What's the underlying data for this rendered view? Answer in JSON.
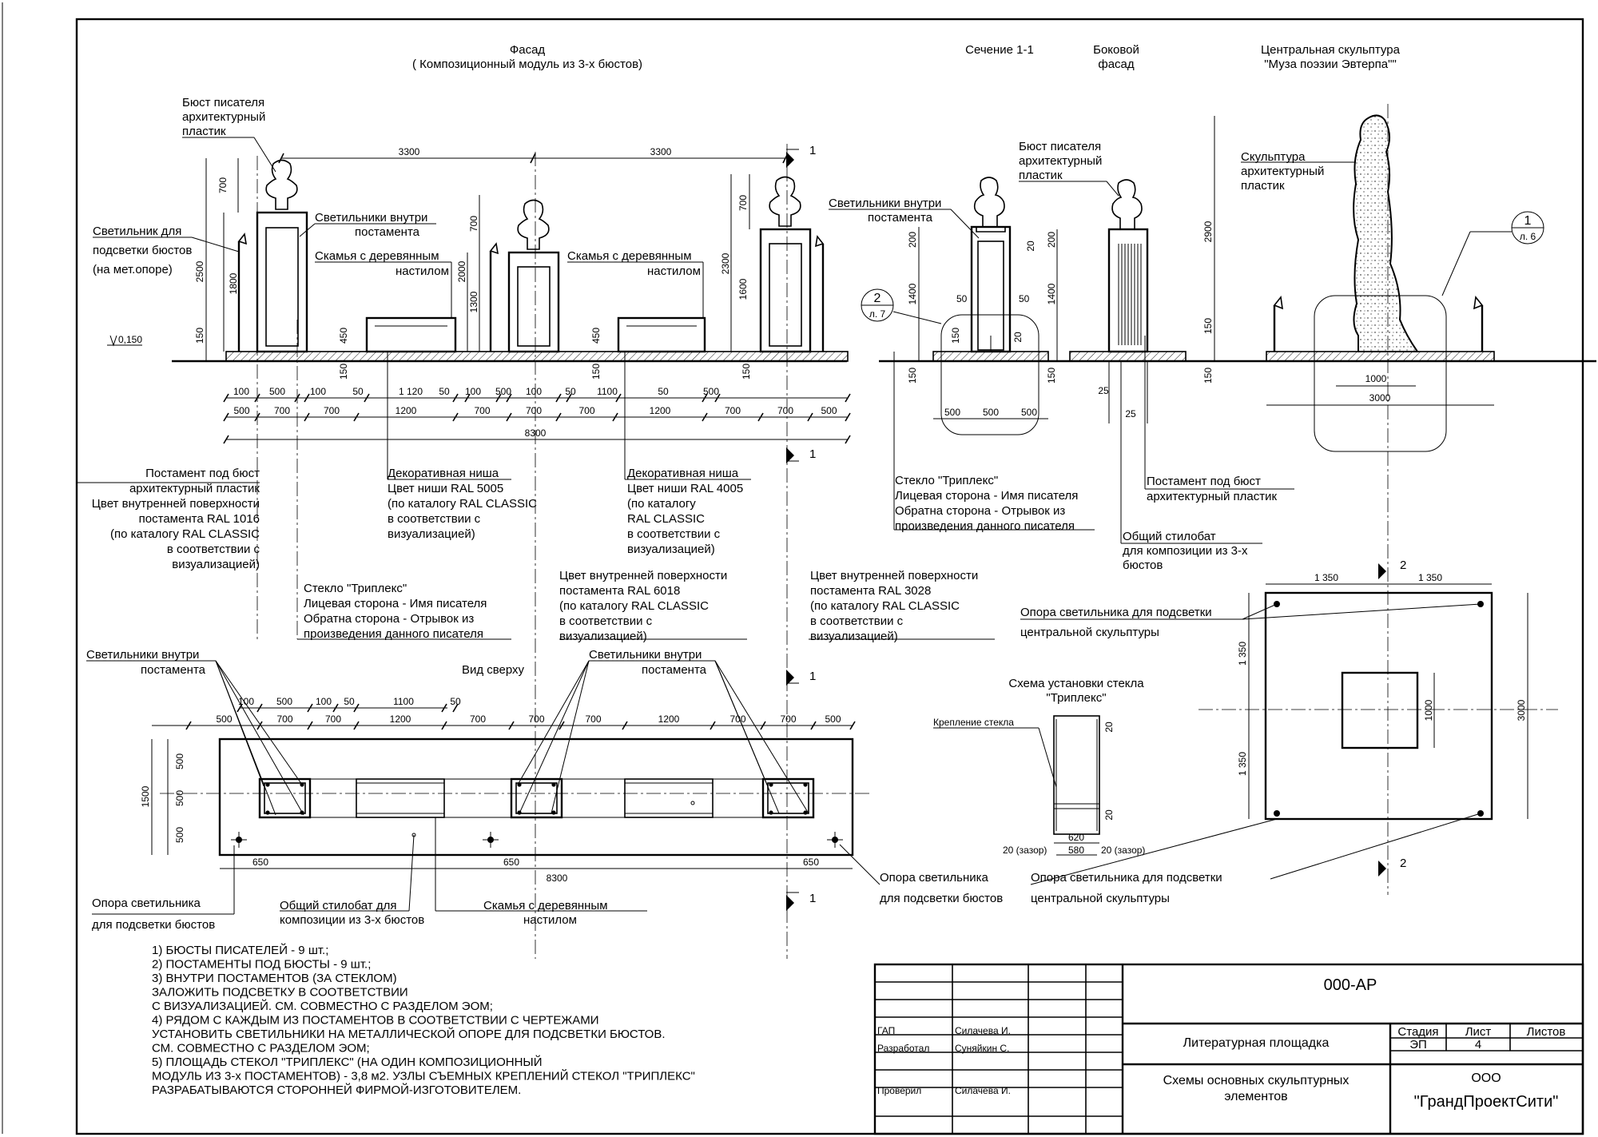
{
  "headers": {
    "facade_title": "Фасад",
    "facade_subtitle": "( Композиционный модуль из 3-х бюстов)",
    "section_title": "Сечение 1-1",
    "side_title_1": "Боковой",
    "side_title_2": "фасад",
    "central_title_1": "Центральная скульптура",
    "central_title_2": "\"Муза поэзии Эвтерпа\"\"",
    "top_view": "Вид сверху",
    "glass_scheme_1": "Схема установки стекла",
    "glass_scheme_2": "\"Триплекс\""
  },
  "facade_labels": {
    "bust_1": "Бюст писателя",
    "bust_2": "архитектурный",
    "bust_3": "пластик",
    "lamp_1": "Светильник для",
    "lamp_2": "подсветки бюстов",
    "lamp_3": "(на мет.опоре)",
    "inner_lights_1": "Светильники внутри",
    "inner_lights_2": "постамента",
    "bench_1": "Скамья с деревянным",
    "bench_2": "настилом",
    "bench2_1": "Скамья с деревянным",
    "bench2_2": "настилом",
    "level": "0,150"
  },
  "facade_dims": {
    "top_left": "3300",
    "top_right": "3300",
    "left_700": "700",
    "left_2500": "2500",
    "left_1800": "1800",
    "left_150": "150",
    "mid_700": "700",
    "mid_2000": "2000",
    "mid_1300": "1300",
    "bench_450": "450",
    "bench2_450": "450",
    "right_700": "700",
    "right_2300": "2300",
    "right_1600": "1600",
    "foot_150a": "150",
    "foot_150b": "150",
    "foot_150c": "150",
    "row1": [
      "100",
      "500",
      "100",
      "50",
      "1 120",
      "50",
      "100",
      "500",
      "100",
      "50",
      "1100",
      "50",
      "500"
    ],
    "row2": [
      "500",
      "700",
      "700",
      "1200",
      "700",
      "700",
      "700",
      "1200",
      "700",
      "700",
      "500"
    ],
    "total": "8300"
  },
  "section_marks": {
    "num1": "1",
    "num2": "2",
    "callout_a_num": "2",
    "callout_a_sheet": "л. 7",
    "callout_b_num": "1",
    "callout_b_sheet": "л. 6"
  },
  "section_labels": {
    "inner_1": "Светильники внутри",
    "inner_2": "постамента",
    "bust_1": "Бюст писателя",
    "bust_2": "архитектурный",
    "bust_3": "пластик",
    "d200": "200",
    "d20a": "20",
    "d1400": "1400",
    "d50a": "50",
    "d50b": "50",
    "d150": "150",
    "d20b": "20",
    "d150b": "150",
    "d500a": "500",
    "d500b": "500",
    "d500c": "500",
    "side_200": "200",
    "side_1400": "1400",
    "side_150": "150",
    "side_25a": "25",
    "side_25b": "25"
  },
  "sculpture_labels": {
    "name_1": "Скульптура",
    "name_2": "архитектурный",
    "name_3": "пластик",
    "d2900": "2900",
    "d150": "150",
    "d150b": "150",
    "d1000": "1000",
    "d3000": "3000"
  },
  "notes_middle": {
    "pedestal_1": "Постамент под бюст",
    "pedestal_2": "архитектурный пластик",
    "pedestal_3": "Цвет внутренней поверхности",
    "pedestal_4": "постамента RAL 1016",
    "pedestal_5": "(по каталогу RAL CLASSIC",
    "pedestal_6": "в соответствии с",
    "pedestal_7": "визуализацией)",
    "niche1_1": "Декоративная ниша",
    "niche1_2": "Цвет ниши RAL 5005",
    "niche1_3": "(по каталогу RAL CLASSIC",
    "niche1_4": "в соответствии с",
    "niche1_5": "визуализацией)",
    "niche2_1": "Декоративная ниша",
    "niche2_2": "Цвет ниши RAL 4005",
    "niche2_3": "(по каталогу",
    "niche2_4": "RAL CLASSIC",
    "niche2_5": "в соответствии с",
    "niche2_6": "визуализацией)",
    "glass_1": "Стекло \"Триплекс\"",
    "glass_2": "Лицевая сторона - Имя писателя",
    "glass_3": "Обратна сторона - Отрывок из",
    "glass_4": "произведения данного писателя",
    "inner6018_1": "Цвет внутренней поверхности",
    "inner6018_2": "постамента RAL 6018",
    "inner6018_3": "(по каталогу RAL CLASSIC",
    "inner6018_4": "в соответствии с",
    "inner6018_5": "визуализацией)",
    "inner3028_1": "Цвет внутренней поверхности",
    "inner3028_2": "постамента RAL 3028",
    "inner3028_3": "(по каталогу RAL CLASSIC",
    "inner3028_4": "в соответствии с",
    "inner3028_5": "визуализацией)",
    "sglass_1": "Стекло \"Триплекс\"",
    "sglass_2": "Лицевая сторона - Имя писателя",
    "sglass_3": "Обратна сторона - Отрывок из",
    "sglass_4": "произведения данного писателя",
    "spedestal_1": "Постамент под бюст",
    "spedestal_2": "архитектурный пластик",
    "stylobate_1": "Общий стилобат",
    "stylobate_2": "для композиции из 3-х",
    "stylobate_3": "бюстов"
  },
  "plan_labels": {
    "inner_left_1": "Светильники внутри",
    "inner_left_2": "постамента",
    "inner_right_1": "Светильники внутри",
    "inner_right_2": "постамента",
    "row1": [
      "100",
      "500",
      "100",
      "50",
      "1100",
      "50"
    ],
    "row2": [
      "500",
      "700",
      "700",
      "1200",
      "700",
      "700",
      "700",
      "1200",
      "700",
      "700",
      "500"
    ],
    "left_500a": "500",
    "left_500b": "500",
    "left_500c": "500",
    "left_1500": "1500",
    "bot_650a": "650",
    "bot_650b": "650",
    "bot_650c": "650",
    "bot_8300": "8300",
    "lamp_support_1": "Опора светильника",
    "lamp_support_2": "для подсветки бюстов",
    "stylobate_1": "Общий стилобат для",
    "stylobate_2": "композиции из 3-х бюстов",
    "bench_1": "Скамья с деревянным",
    "bench_2": "настилом",
    "lamp_support_r1": "Опора светильника",
    "lamp_support_r2": "для подсветки бюстов"
  },
  "glass_scheme": {
    "fix": "Крепление стекла",
    "d20a": "20",
    "d20b": "20",
    "d620": "620",
    "d580": "580",
    "gap_l": "20 (зазор)",
    "gap_r": "20 (зазор)"
  },
  "square_plan": {
    "top_1350a": "1 350",
    "top_1350b": "1 350",
    "left_1350a": "1 350",
    "left_1350b": "1 350",
    "inner_1000": "1000",
    "right_3000": "3000",
    "support_top_1": "Опора светильника для подсветки",
    "support_top_2": "центральной скульптуры",
    "support_bot_1": "Опора светильника для подсветки",
    "support_bot_2": "центральной скульптуры"
  },
  "notes": [
    "1) БЮСТЫ ПИСАТЕЛЕЙ - 9 шт.;",
    "2) ПОСТАМЕНТЫ ПОД БЮСТЫ - 9 шт.;",
    "3) ВНУТРИ ПОСТАМЕНТОВ (ЗА СТЕКЛОМ)",
    "ЗАЛОЖИТЬ ПОДСВЕТКУ В СООТВЕТСТВИИ",
    "С ВИЗУАЛИЗАЦИЕЙ. СМ. СОВМЕСТНО С РАЗДЕЛОМ ЭОМ;",
    "4) РЯДОМ С КАЖДЫМ ИЗ ПОСТАМЕНТОВ В СООТВЕТСТВИИ С ЧЕРТЕЖАМИ",
    " УСТАНОВИТЬ СВЕТИЛЬНИКИ НА МЕТАЛЛИЧЕСКОЙ ОПОРЕ ДЛЯ ПОДСВЕТКИ БЮСТОВ.",
    " СМ. СОВМЕСТНО С РАЗДЕЛОМ ЭОМ;",
    "5) ПЛОЩАДЬ СТЕКОЛ \"ТРИПЛЕКС\" (НА ОДИН КОМПОЗИЦИОННЫЙ",
    "МОДУЛЬ ИЗ 3-х ПОСТАМЕНТОВ) - 3,8 м2. УЗЛЫ СЪЕМНЫХ КРЕПЛЕНИЙ СТЕКОЛ \"ТРИПЛЕКС\"",
    "РАЗРАБАТЫВАЮТСЯ СТОРОННЕЙ ФИРМОЙ-ИЗГОТОВИТЕЛЕМ."
  ],
  "title_block": {
    "code": "000-АР",
    "gap_role": "ГАП",
    "gap_name": "Силачева И.",
    "dev_role": "Разработал",
    "dev_name": "Суняйкин С.",
    "check_role": "Проверил",
    "check_name": "Силачева И.",
    "project": "Литературная площадка",
    "sheet_title_1": "Схемы основных скульптурных",
    "sheet_title_2": "элементов",
    "stage_h": "Стадия",
    "sheet_h": "Лист",
    "sheets_h": "Листов",
    "stage": "ЭП",
    "sheet": "4",
    "company_1": "ООО",
    "company_2": "\"ГрандПроектСити\""
  }
}
